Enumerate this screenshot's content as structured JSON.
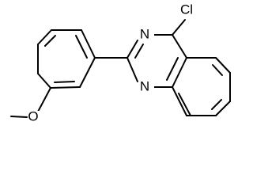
{
  "molecule": {
    "atoms": {
      "chlorine": "Cl",
      "nitrogen_top": "N",
      "nitrogen_bottom": "N",
      "oxygen": "O"
    },
    "colors": {
      "bond": "#000000",
      "background": "#ffffff",
      "label": "#000000"
    }
  }
}
